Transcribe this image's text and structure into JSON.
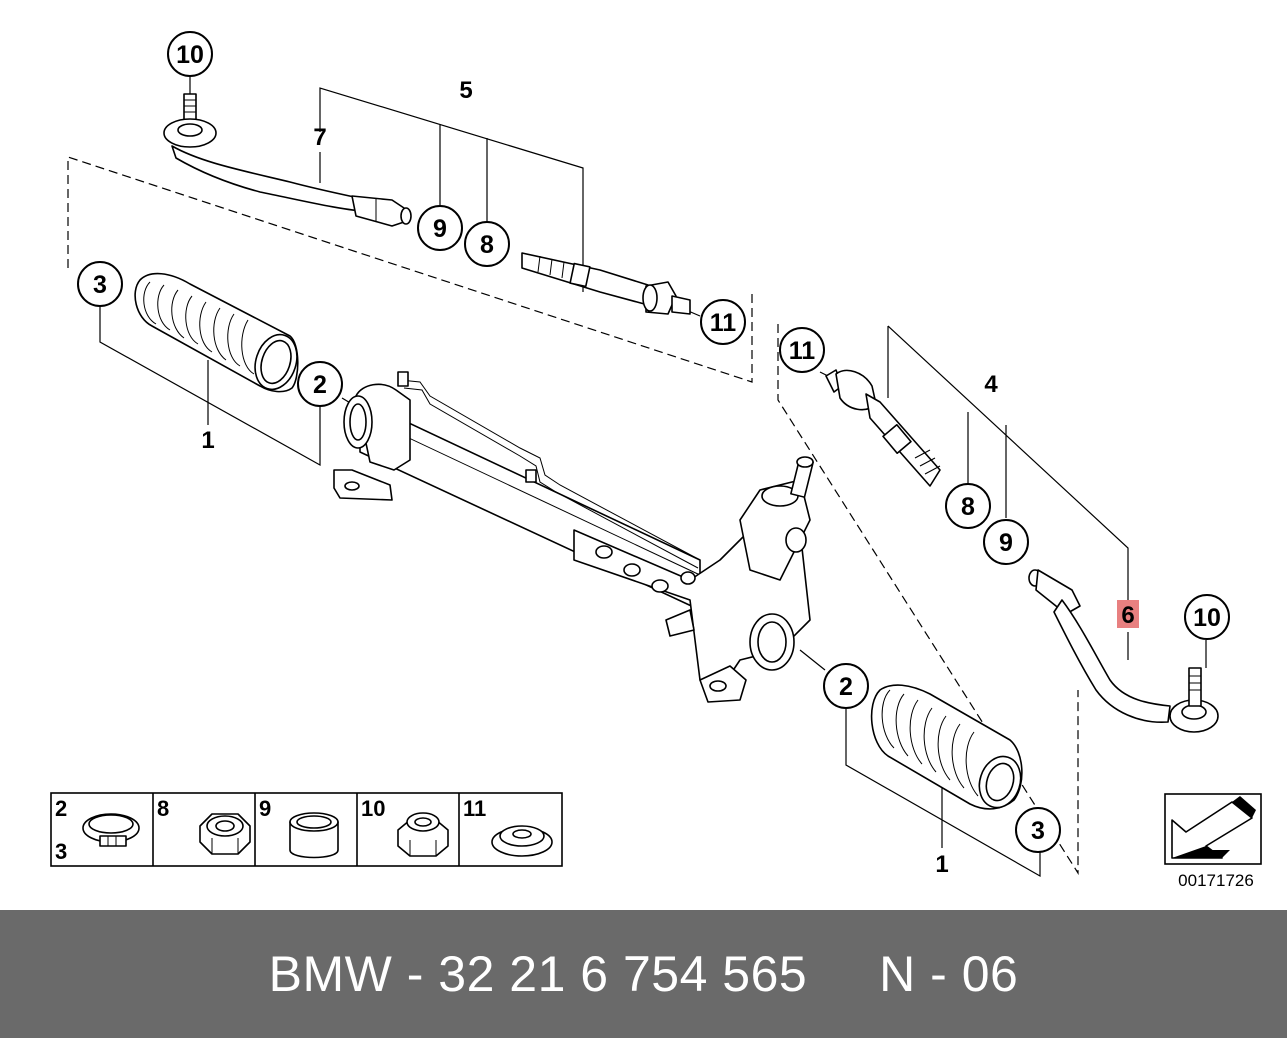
{
  "diagram": {
    "callouts": {
      "c10_left": "10",
      "c9_top": "9",
      "c8_top": "8",
      "c11_top": "11",
      "c3_left": "3",
      "c2_left": "2",
      "c11_right": "11",
      "c8_right": "8",
      "c9_right": "9",
      "c10_right": "10",
      "c2_right": "2",
      "c3_right": "3"
    },
    "labels": {
      "l5": "5",
      "l7": "7",
      "l1_left": "1",
      "l4": "4",
      "l6": "6",
      "l1_right": "1"
    },
    "highlight_color": "#e88080",
    "legend": [
      {
        "numbers": [
          "2",
          "3"
        ]
      },
      {
        "numbers": [
          "8"
        ]
      },
      {
        "numbers": [
          "9"
        ]
      },
      {
        "numbers": [
          "10"
        ]
      },
      {
        "numbers": [
          "11"
        ]
      }
    ],
    "reference_number": "00171726"
  },
  "footer": {
    "text": "BMW - 32 21 6 754 565     N - 06",
    "background": "#6a6a6a"
  }
}
